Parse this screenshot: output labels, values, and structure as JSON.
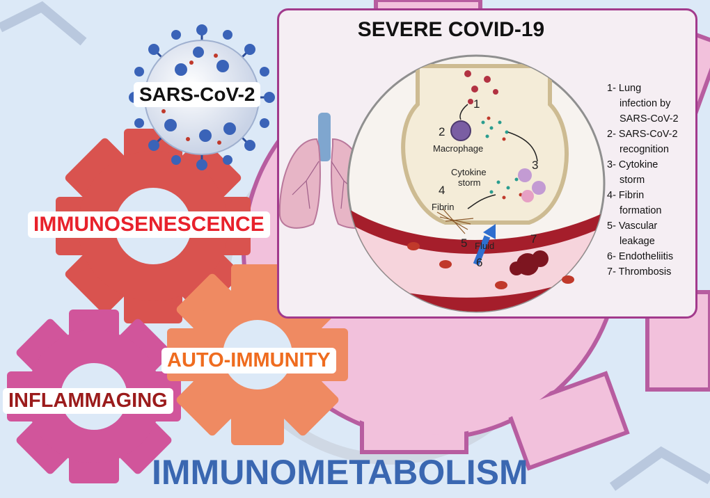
{
  "title": "SEVERE COVID-19",
  "labels": {
    "virus": "SARS-CoV-2",
    "immunosenescence": "IMMUNOSENESCENCE",
    "autoimmunity": "AUTO-IMMUNITY",
    "inflammaging": "INFLAMMAGING",
    "immunometabolism": "IMMUNOMETABOLISM"
  },
  "diagram_labels": {
    "macrophage": "Macrophage",
    "cytokine_storm_1": "Cytokine",
    "cytokine_storm_2": "storm",
    "fibrin": "Fibrin",
    "fluid": "Fluid"
  },
  "step_numbers": [
    "1",
    "2",
    "3",
    "4",
    "5",
    "6",
    "7"
  ],
  "legend": [
    {
      "first": "1- Lung",
      "rest": [
        "infection by",
        "SARS-CoV-2"
      ]
    },
    {
      "first": "2- SARS-CoV-2",
      "rest": [
        "recognition"
      ]
    },
    {
      "first": "3- Cytokine",
      "rest": [
        "storm"
      ]
    },
    {
      "first": "4- Fibrin",
      "rest": [
        "formation"
      ]
    },
    {
      "first": "5- Vascular",
      "rest": [
        "leakage"
      ]
    },
    {
      "first": "6- Endotheliitis",
      "rest": []
    },
    {
      "first": "7- Thrombosis",
      "rest": []
    }
  ],
  "colors": {
    "background": "#dce9f7",
    "panel_border": "#a23a8c",
    "immunosenescence_gear": "#d9534f",
    "autoimmunity_gear": "#ef8a62",
    "inflammaging_gear": "#d1559b",
    "metabolism_gear": "#f0b8d8",
    "immunometabolism_text": "#3a67b1"
  }
}
